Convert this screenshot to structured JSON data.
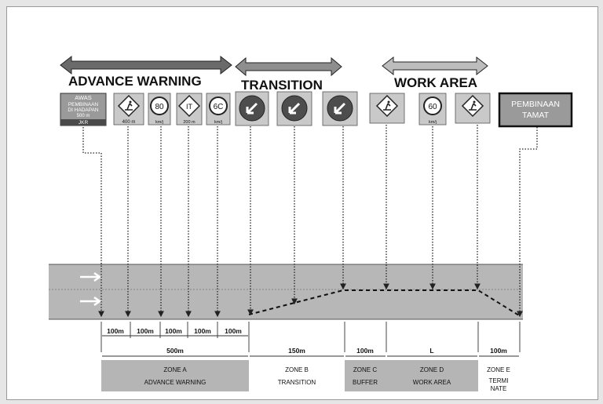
{
  "headers": {
    "advance_warning": "ADVANCE WARNING",
    "transition": "TRANSITION",
    "work_area": "WORK AREA"
  },
  "signs": {
    "awas": {
      "line1": "AWAS",
      "line2": "PEMBINAAN",
      "line3": "DI HADAPAN",
      "line4": "500 m",
      "line5": "JKR"
    },
    "worker1_plate": "400 m",
    "speed80": {
      "value": "80",
      "plate": "km/j"
    },
    "narrow_plate": "200 m",
    "narrow_symbol": "IT",
    "speed60a": {
      "value": "6C",
      "plate": "km/j"
    },
    "speed60b": {
      "value": "60",
      "plate": "km/j"
    },
    "pembinaan_tamat": {
      "line1": "PEMBINAAN",
      "line2": "TAMAT"
    }
  },
  "distances": {
    "d1": "100m",
    "d2": "100m",
    "d3": "100m",
    "d4": "100m",
    "d5": "100m",
    "total_a": "500m",
    "b": "150m",
    "c": "100m",
    "d": "L",
    "e": "100m"
  },
  "zones": {
    "a": {
      "name": "ZONE A",
      "label": "ADVANCE WARNING"
    },
    "b": {
      "name": "ZONE B",
      "label": "TRANSITION"
    },
    "c": {
      "name": "ZONE C",
      "label": "BUFFER"
    },
    "d": {
      "name": "ZONE D",
      "label": "WORK AREA"
    },
    "e": {
      "name": "ZONE E",
      "label1": "TERMI",
      "label2": "NATE"
    }
  },
  "colors": {
    "road": "#b7b7b7",
    "sign_face": "#c9c9c9",
    "arrow_sign": "#4d4d4d",
    "zone_shade": "#b5b5b5",
    "header_arrow_a": "#6a6a6a",
    "header_arrow_b": "#8e8e8e",
    "header_arrow_c": "#bdbdbd"
  }
}
